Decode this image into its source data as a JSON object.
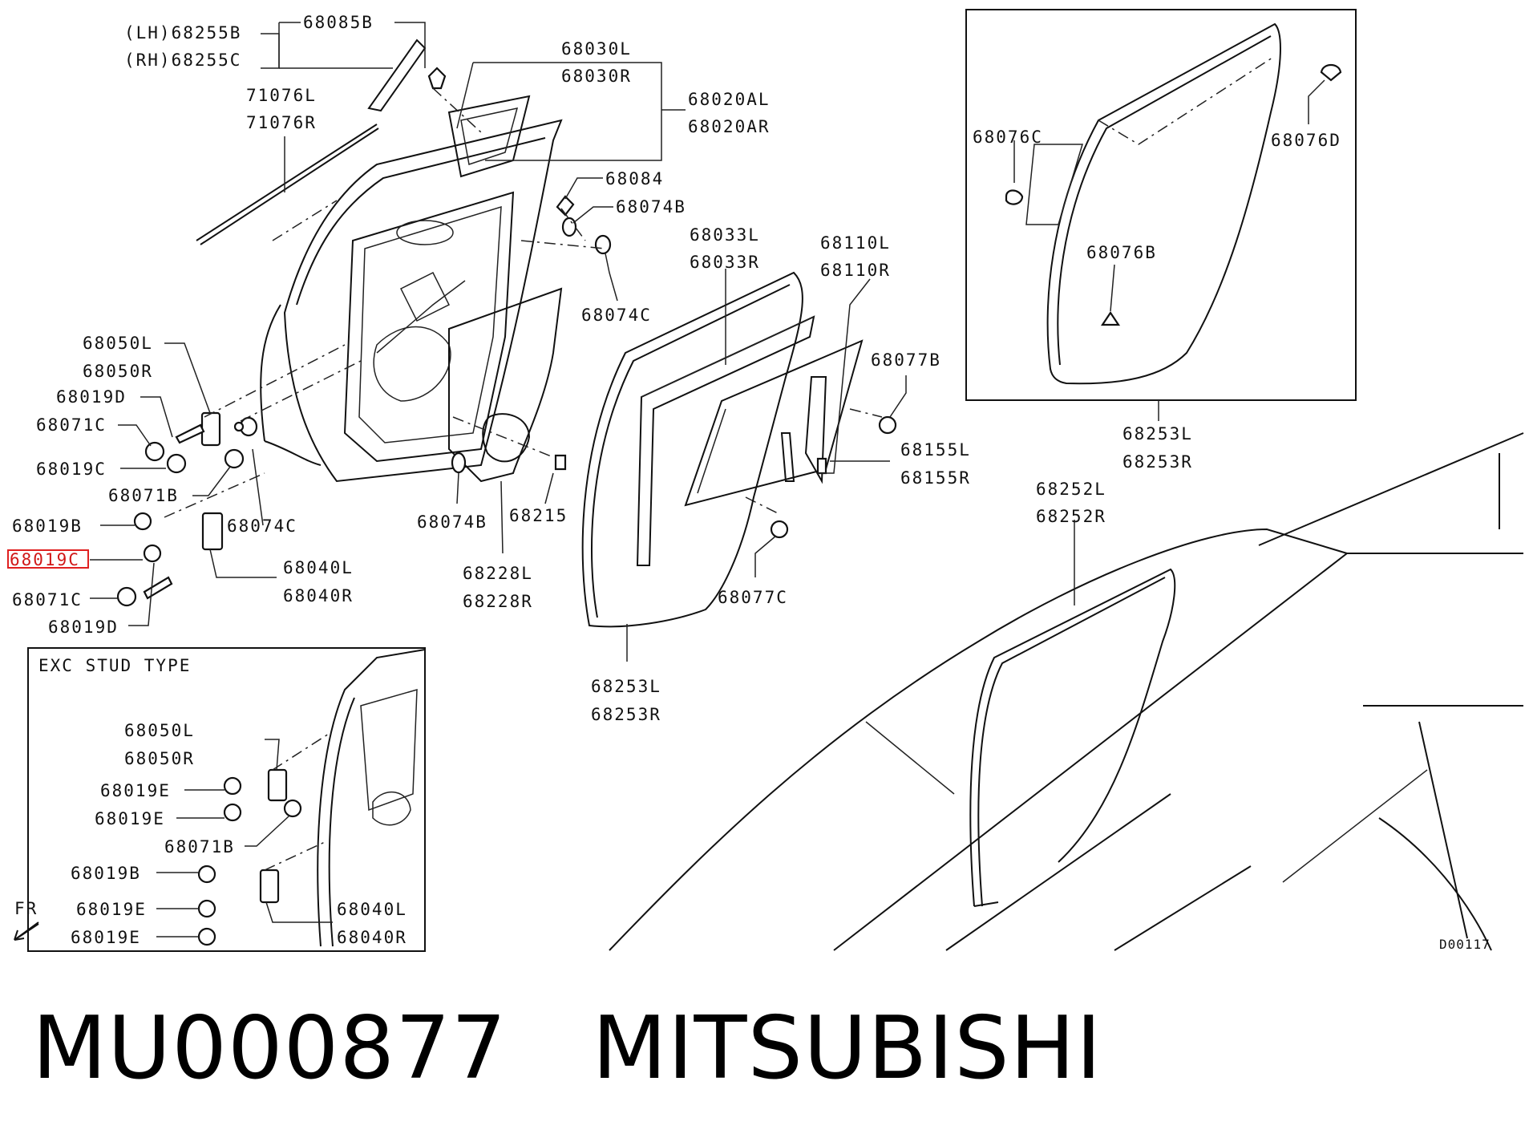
{
  "labels": {
    "lh_68255b": "(LH)68255B",
    "rh_68255c": "(RH)68255C",
    "p68085b": "68085B",
    "p71076l": "71076L",
    "p71076r": "71076R",
    "p68030l": "68030L",
    "p68030r": "68030R",
    "p68020al": "68020AL",
    "p68020ar": "68020AR",
    "p68084": "68084",
    "p68074b_top": "68074B",
    "p68074c_top": "68074C",
    "p68050l": "68050L",
    "p68050r": "68050R",
    "p68019d": "68019D",
    "p68071c": "68071C",
    "p68019c": "68019C",
    "p68071b": "68071B",
    "p68074c_mid": "68074C",
    "p68019b": "68019B",
    "p68019c_hl": "68019C",
    "p68040l": "68040L",
    "p68040r": "68040R",
    "p68071c_low": "68071C",
    "p68019d_low": "68019D",
    "p68074b_mid": "68074B",
    "p68215": "68215",
    "p68228l": "68228L",
    "p68228r": "68228R",
    "p68033l": "68033L",
    "p68033r": "68033R",
    "p68110l": "68110L",
    "p68110r": "68110R",
    "p68077b": "68077B",
    "p68155l": "68155L",
    "p68155r": "68155R",
    "p68077c": "68077C",
    "p68253l_mid": "68253L",
    "p68253r_mid": "68253R",
    "p68076c": "68076C",
    "p68076d": "68076D",
    "p68076b": "68076B",
    "p68253l_top": "68253L",
    "p68253r_top": "68253R",
    "p68252l": "68252L",
    "p68252r": "68252R",
    "exc_title": "EXC STUD TYPE",
    "e_68050l": "68050L",
    "e_68050r": "68050R",
    "e_68019e_1": "68019E",
    "e_68019e_2": "68019E",
    "e_68071b": "68071B",
    "e_68019b": "68019B",
    "e_68019e_3": "68019E",
    "e_68019e_4": "68019E",
    "e_68040l": "68040L",
    "e_68040r": "68040R",
    "fr": "FR",
    "diagram_code": "D00117"
  },
  "footer": {
    "part_number": "MU000877",
    "brand": "MITSUBISHI"
  },
  "highlight_color": "#e02020"
}
